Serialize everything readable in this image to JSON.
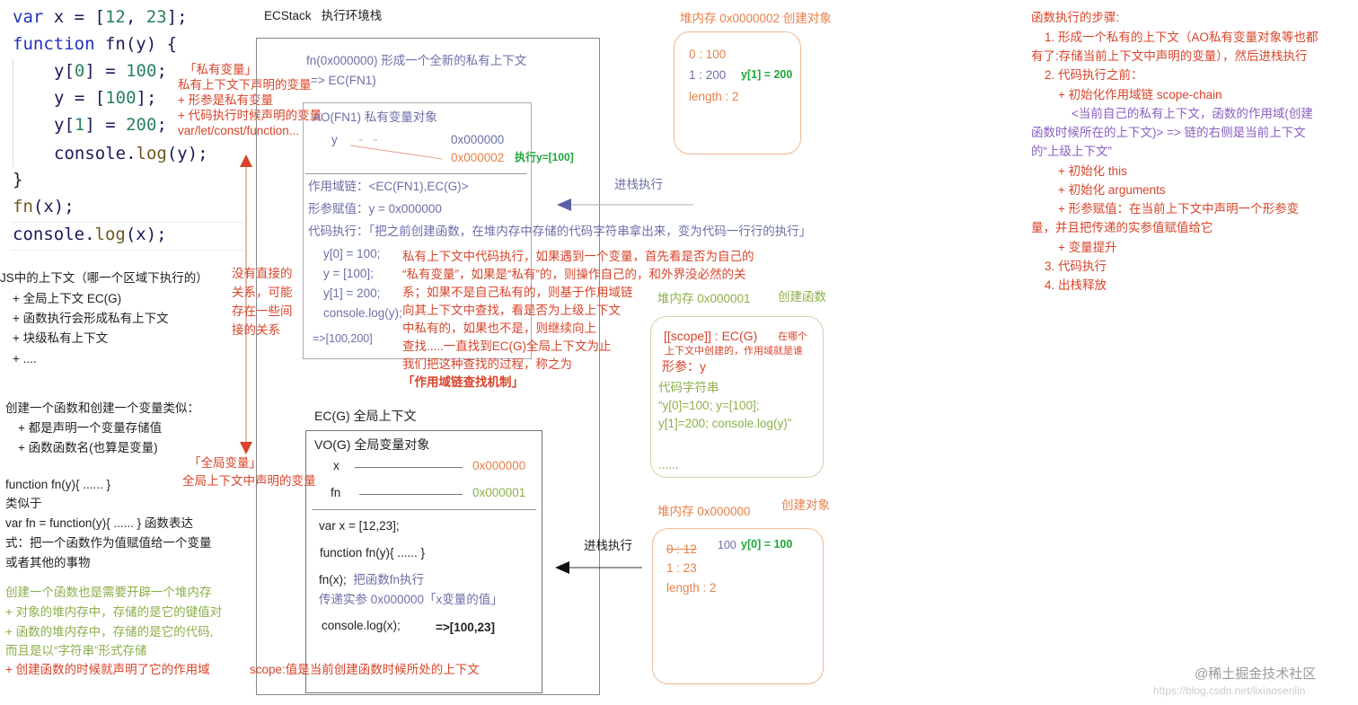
{
  "code": {
    "lines": [
      [
        "var",
        " x = [",
        "12",
        ", ",
        "23",
        "];"
      ],
      [
        "function",
        " fn(y) {"
      ],
      [
        "y[",
        "0",
        "] = ",
        "100",
        ";"
      ],
      [
        "y = [",
        "100",
        "];"
      ],
      [
        "y[",
        "1",
        "] = ",
        "200",
        ";"
      ],
      [
        "console.",
        "log",
        "(y);"
      ],
      [
        "}"
      ],
      [
        "fn",
        "(x);"
      ],
      [
        "console.",
        "log",
        "(x);"
      ]
    ]
  },
  "private_var_note": [
    "「私有变量」",
    "私有上下文下声明的变量",
    "+ 形参是私有变量",
    "+ 代码执行时候声明的变量",
    "var/let/const/function..."
  ],
  "no_relation_note": [
    "没有直接的",
    "关系，可能",
    "存在一些间",
    "接的关系"
  ],
  "global_var_note": [
    "「全局变量」",
    "全局上下文中声明的变量"
  ],
  "ecstack": {
    "title": "ECStack",
    "subtitle": "执行环境栈"
  },
  "fn_call": [
    "fn(0x000000) 形成一个全新的私有上下文",
    "=> EC(FN1)"
  ],
  "ao": {
    "title": "AO(FN1) 私有变量对象",
    "var": "y",
    "addr_old": "0x000000",
    "addr_new": "0x000002",
    "exec_note": "执行y=[100]",
    "scope_chain": "作用域链：<EC(FN1),EC(G)>",
    "param_assign": "形参赋值：y = 0x000000",
    "code_exec": "代码执行：「把之前创建函数，在堆内存中存储的代码字符串拿出来，变为代码一行行的执行」",
    "code_lines": [
      "y[0] = 100;",
      "y = [100];",
      "y[1] = 200;",
      "console.log(y);"
    ],
    "result": "=>[100,200]"
  },
  "lookup_note": [
    "私有上下文中代码执行，如果遇到一个变量，首先看是否为自己的",
    "“私有变量”，如果是“私有”的，则操作自己的，和外界没必然的关",
    "系；如果不是自己私有的，则基于作用域链",
    "向其上下文中查找，看是否为上级上下文",
    "中私有的，如果也不是，则继续向上",
    "查找.....一直找到EC(G)全局上下文为止",
    "我们把这种查找的过程，称之为",
    "「作用域链查找机制」"
  ],
  "push_label_1": "进栈执行",
  "push_label_2": "进栈执行",
  "heap2": {
    "label": "堆内存 0x0000002 创建对象",
    "rows": [
      "0 : 100",
      "1 :  200"
    ],
    "length": "length :  2",
    "note": "y[1] = 200"
  },
  "heap1": {
    "label": "堆内存 0x000001",
    "action": "创建函数",
    "scope": "[[scope]] : EC(G)",
    "scope_note_1": "在哪个",
    "scope_note_2": "上下文中创建的，作用域就是谁",
    "param": "形参：y",
    "code_title": "代码字符串",
    "code_1": "“y[0]=100; y=[100];",
    "code_2": "y[1]=200; console.log(y)”",
    "more": "......"
  },
  "heap0": {
    "label": "堆内存 0x000000",
    "action": "创建对象",
    "row0": "0 : 12",
    "row0_new": "100",
    "note": "y[0] = 100",
    "row1": "1 : 23",
    "length": "length : 2"
  },
  "ecg": {
    "title": "EC(G) 全局上下文",
    "vo_title": "VO(G) 全局变量对象",
    "x": "x",
    "x_addr": "0x000000",
    "fn": "fn",
    "fn_addr": "0x000001",
    "line1": "var x = [12,23];",
    "line2": "function fn(y){ ...... }",
    "line3": "fn(x);",
    "line3_note": "把函数fn执行",
    "line4": "传递实参 0x000000「x变量的值」",
    "line5": "console.log(x);",
    "line5_result": "=>[100,23]"
  },
  "scope_note": "scope:值是当前创建函数时候所处的上下文",
  "left": {
    "contexts": [
      "JS中的上下文（哪一个区域下执行的）",
      "+ 全局上下文 EC(G)",
      "+ 函数执行会形成私有上下文",
      "+ 块级私有上下文",
      "+ ...."
    ],
    "create": [
      "创建一个函数和创建一个变量类似：",
      "+ 都是声明一个变量存储值",
      "+ 函数函数名(也算是变量)"
    ],
    "expr": [
      "function fn(y){ ...... }",
      "类似于",
      "var fn = function(y){ ...... }  函数表达",
      "式：把一个函数作为值赋值给一个变量",
      "或者其他的事物"
    ],
    "heap_green": [
      "创建一个函数也是需要开辟一个堆内存",
      " + 对象的堆内存中，存储的是它的键值对",
      " + 函数的堆内存中，存储的是它的代码,",
      "而且是以“字符串”形式存储"
    ],
    "heap_red": " + 创建函数的时候就声明了它的作用域"
  },
  "steps": {
    "title": "函数执行的步骤:",
    "s1a": "1. 形成一个私有的上下文（AO私有变量对象等也都",
    "s1b": "有了:存储当前上下文中声明的变量），然后进栈执行",
    "s2": "2. 代码执行之前：",
    "s2a": "+ 初始化作用域链 scope-chain",
    "s2a_p1": "<当前自己的私有上下文，函数的作用域(创建",
    "s2a_p2": "函数时候所在的上下文)>  => 链的右侧是当前上下文",
    "s2a_p3": "的“上级上下文”",
    "s2b": "+ 初始化 this",
    "s2c": "+ 初始化 arguments",
    "s2d1": "+ 形参赋值：在当前上下文中声明一个形参变",
    "s2d2": "量，并且把传递的实参值赋值给它",
    "s2e": "+ 变量提升",
    "s3": "3. 代码执行",
    "s4": "4. 出栈释放"
  },
  "watermark": {
    "line1": "@稀土掘金技术社区",
    "line2": "https://blog.csdn.net/lixiaosenlin"
  },
  "colors": {
    "red": "#d8442a",
    "purple": "#6b6fa8",
    "orange": "#e8804a",
    "green": "#8bb04a",
    "bright_green": "#1fa83a"
  }
}
